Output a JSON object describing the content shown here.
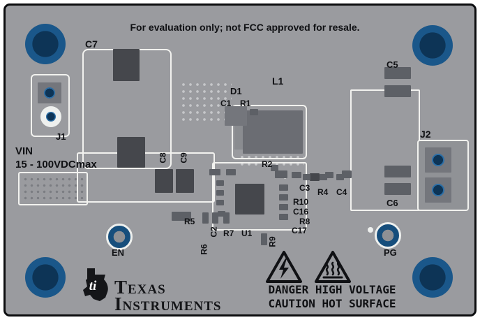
{
  "colors": {
    "board": "#9a9b9f",
    "silkscreen": "#f2f2ef",
    "pad_dark": "#5d6066",
    "hole_blue": "#1a578a",
    "hole_blue_dark": "#0d3456",
    "text": "#101114"
  },
  "notices": {
    "eval": "For evaluation only; not FCC approved for resale.",
    "vin_label": "VIN",
    "vin_range": "15 - 100VDCmax"
  },
  "designators": {
    "c7": "C7",
    "j1": "J1",
    "c8": "C8",
    "c9": "C9",
    "d1": "D1",
    "c1": "C1",
    "r1": "R1",
    "l1": "L1",
    "c5": "C5",
    "j2": "J2",
    "c6": "C6",
    "r2": "R2",
    "c3": "C3",
    "r4": "R4",
    "c4": "C4",
    "r10": "R10",
    "c16": "C16",
    "r8": "R8",
    "c17": "C17",
    "r5": "R5",
    "c2": "C2",
    "r7": "R7",
    "u1": "U1",
    "r6": "R6",
    "r9": "R9"
  },
  "testpoints": {
    "en": "EN",
    "pg": "PG"
  },
  "logo": {
    "line1": "Texas",
    "line2": "Instruments",
    "bug_letters": "ti"
  },
  "warnings": {
    "line1": "DANGER HIGH VOLTAGE",
    "line2": "CAUTION HOT SURFACE"
  }
}
